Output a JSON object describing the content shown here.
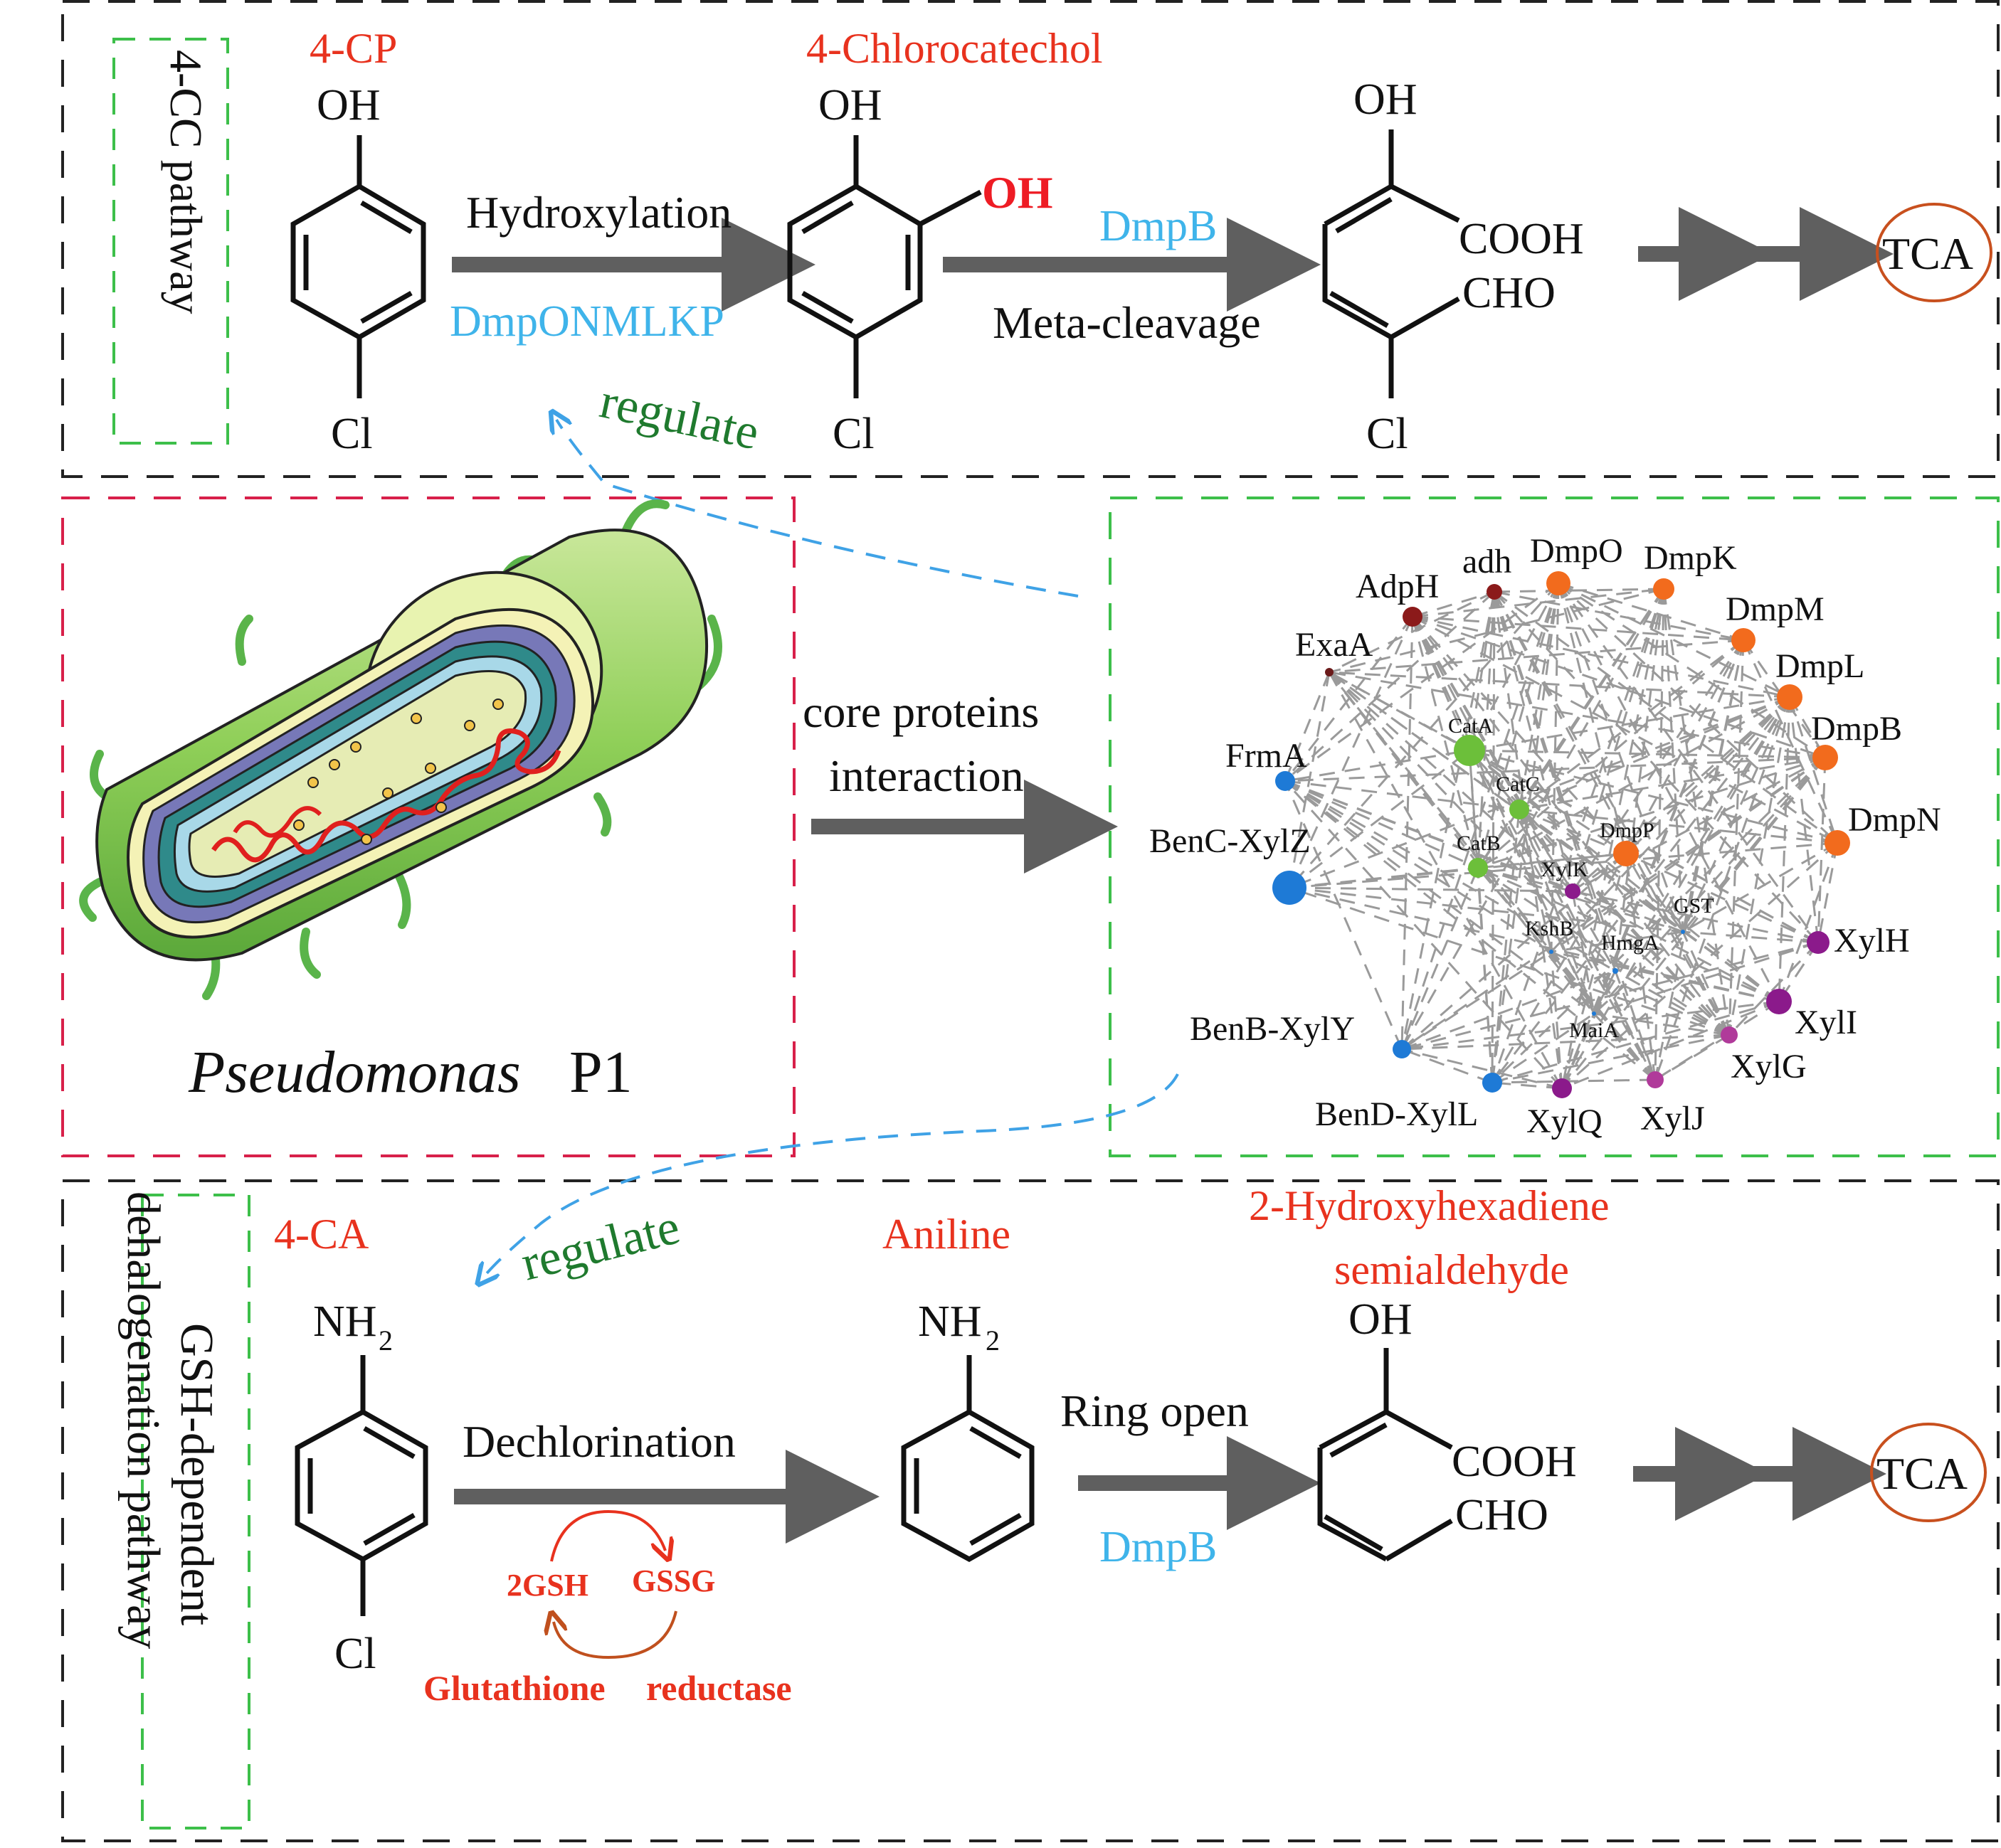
{
  "pathway_top": {
    "side_label": "4-CC pathway",
    "compound1": {
      "name": "4-CP",
      "oh": "OH",
      "cl": "Cl"
    },
    "step1": {
      "reaction": "Hydroxylation",
      "enzyme": "DmpONMLKP"
    },
    "compound2": {
      "name": "4-Chlorocatechol",
      "oh": "OH",
      "oh_new": "OH",
      "cl": "Cl"
    },
    "step2": {
      "enzyme": "DmpB",
      "reaction": "Meta-cleavage"
    },
    "compound3": {
      "oh": "OH",
      "cooh": "COOH",
      "cho": "CHO",
      "cl": "Cl"
    },
    "end": "TCA"
  },
  "regulate_top": "regulate",
  "organism": {
    "genus": "Pseudomonas",
    "strain": "P1"
  },
  "middle_arrow_label": [
    "core proteins",
    "interaction"
  ],
  "network": {
    "nodes": [
      {
        "id": "AdpH",
        "color": "#8b1a1a"
      },
      {
        "id": "adh",
        "color": "#8b1a1a"
      },
      {
        "id": "DmpO",
        "color": "#f26b1d"
      },
      {
        "id": "DmpK",
        "color": "#f26b1d"
      },
      {
        "id": "DmpM",
        "color": "#f26b1d"
      },
      {
        "id": "DmpL",
        "color": "#f26b1d"
      },
      {
        "id": "DmpB",
        "color": "#f26b1d"
      },
      {
        "id": "DmpN",
        "color": "#f26b1d"
      },
      {
        "id": "XylH",
        "color": "#8b1a8b"
      },
      {
        "id": "XylI",
        "color": "#8b1a8b"
      },
      {
        "id": "XylG",
        "color": "#b03a9a"
      },
      {
        "id": "XylJ",
        "color": "#b03a9a"
      },
      {
        "id": "XylQ",
        "color": "#8b1a8b"
      },
      {
        "id": "BenD-XylL",
        "color": "#1e7ad6"
      },
      {
        "id": "BenB-XylY",
        "color": "#1e7ad6"
      },
      {
        "id": "BenC-XylZ",
        "color": "#1e7ad6"
      },
      {
        "id": "FrmA",
        "color": "#1e7ad6"
      },
      {
        "id": "ExaA",
        "color": "#6b1a1a"
      },
      {
        "id": "CatA",
        "color": "#6cbf3a"
      },
      {
        "id": "CatC",
        "color": "#6cbf3a"
      },
      {
        "id": "CatB",
        "color": "#6cbf3a"
      },
      {
        "id": "DmpP",
        "color": "#f26b1d"
      },
      {
        "id": "XylK",
        "color": "#8b1a8b"
      },
      {
        "id": "GST",
        "color": "#1e7ad6"
      },
      {
        "id": "KshB",
        "color": "#1e7ad6"
      },
      {
        "id": "HmgA",
        "color": "#1e7ad6"
      },
      {
        "id": "MaiA",
        "color": "#1e7ad6"
      }
    ]
  },
  "regulate_bottom": "regulate",
  "pathway_bottom": {
    "side_label": [
      "GSH-dependent",
      "dehalogenation pathway"
    ],
    "compound1": {
      "name": "4-CA",
      "nh": "NH",
      "sub": "2",
      "cl": "Cl"
    },
    "step1": {
      "reaction": "Dechlorination",
      "gsh": "2GSH",
      "gssg": "GSSG",
      "enzyme_a": "Glutathione",
      "enzyme_b": "reductase"
    },
    "compound2": {
      "name": "Aniline",
      "nh": "NH",
      "sub": "2"
    },
    "step2": {
      "reaction": "Ring open",
      "enzyme": "DmpB"
    },
    "compound3": {
      "name": [
        "2-Hydroxyhexadiene",
        "semialdehyde"
      ],
      "oh": "OH",
      "cooh": "COOH",
      "cho": "CHO"
    },
    "end": "TCA"
  },
  "colors": {
    "red": "#e8321e",
    "blue": "#3fb4ea",
    "green": "#1f7a2e",
    "arrow": "#5f5f5f",
    "tca_ring": "#c8501e"
  }
}
